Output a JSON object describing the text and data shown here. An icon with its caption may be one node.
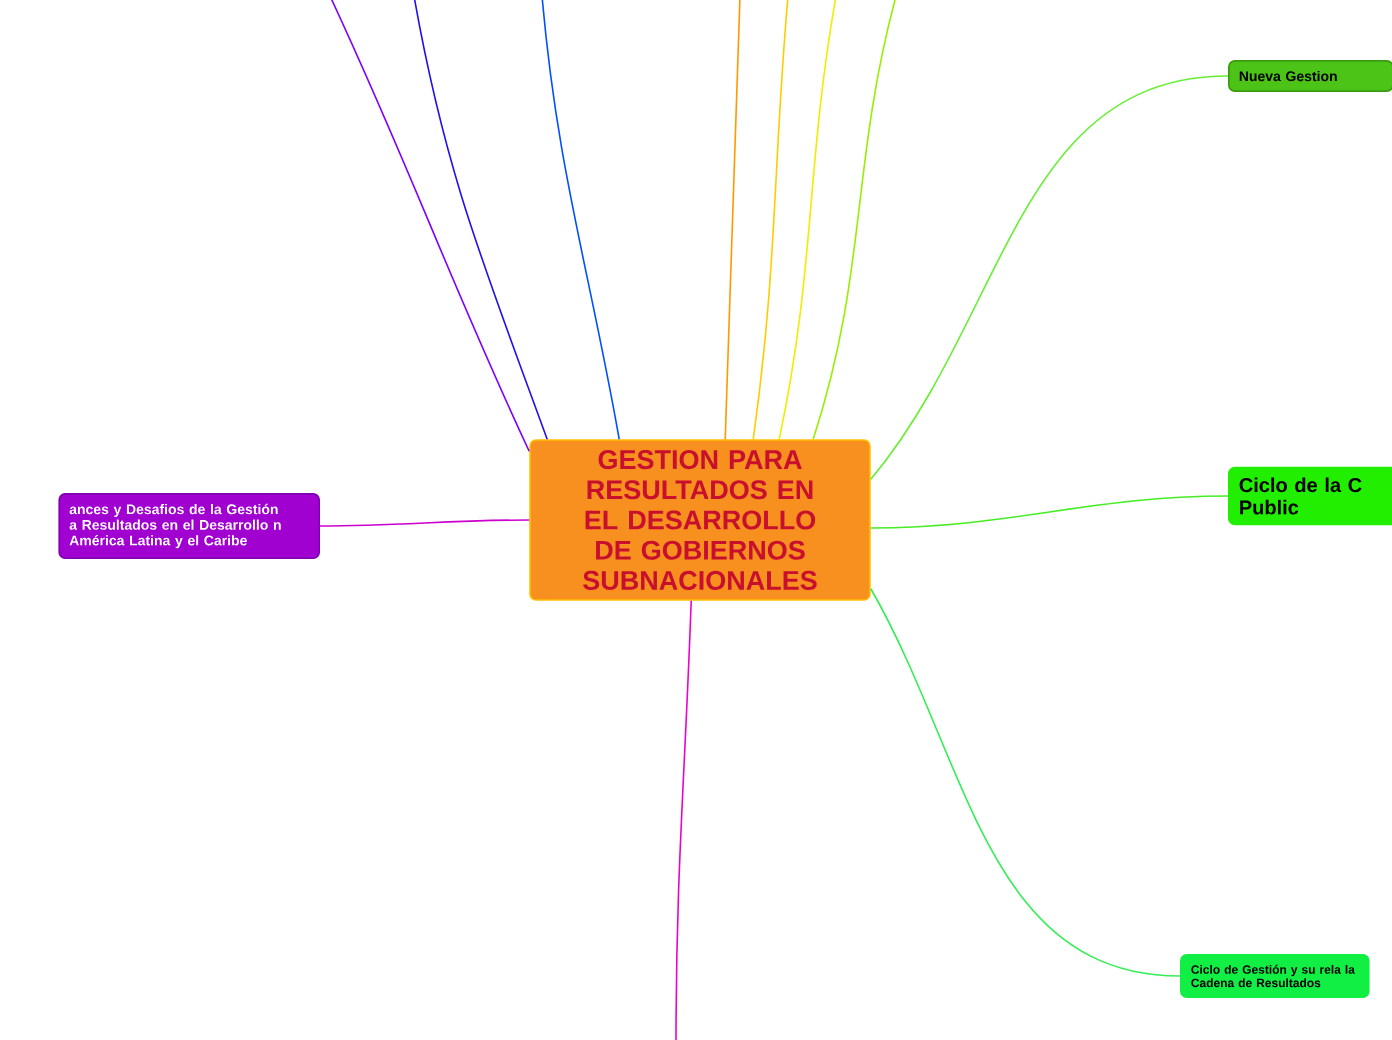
{
  "diagram": {
    "nodes": [
      {
        "text": [
          "GESTION PARA RESULTADOS EN EL DESARROLLO DE GOBIERNOS SUBNACIONALES"
        ]
      },
      {
        "text": [
          "Nueva Gestion"
        ]
      },
      {
        "text": [
          "Ciclo de la C Public"
        ]
      },
      {
        "text": [
          "Ciclo de Gestión y su rela la Cadena de Resultados"
        ]
      },
      {
        "text": [
          "ances y Desafios de la Gestión a Resultados en el Desarrollo n América Latina y el Caribe"
        ]
      }
    ],
    "edges": [
      {
        "from": 0,
        "to": 1,
        "arrow": "none",
        "color": "#66ee33"
      },
      {
        "from": 0,
        "to": 2,
        "arrow": "none",
        "color": "#44ee22"
      },
      {
        "from": 0,
        "to": 3,
        "arrow": "none",
        "color": "#33ee55"
      },
      {
        "from": 0,
        "to": 4,
        "arrow": "none",
        "color": "#cc00cc"
      },
      {
        "from": 0,
        "to": null,
        "arrow": "none",
        "color": "#8000ff"
      },
      {
        "from": 0,
        "to": null,
        "arrow": "none",
        "color": "#2010ee"
      },
      {
        "from": 0,
        "to": null,
        "arrow": "none",
        "color": "#0050ff"
      },
      {
        "from": 0,
        "to": null,
        "arrow": "none",
        "color": "#ff9900"
      },
      {
        "from": 0,
        "to": null,
        "arrow": "none",
        "color": "#ffcc00"
      },
      {
        "from": 0,
        "to": null,
        "arrow": "none",
        "color": "#eeee00"
      },
      {
        "from": 0,
        "to": null,
        "arrow": "none",
        "color": "#99ee00"
      },
      {
        "from": 0,
        "to": null,
        "arrow": "none",
        "color": "#ee00cc"
      }
    ]
  }
}
